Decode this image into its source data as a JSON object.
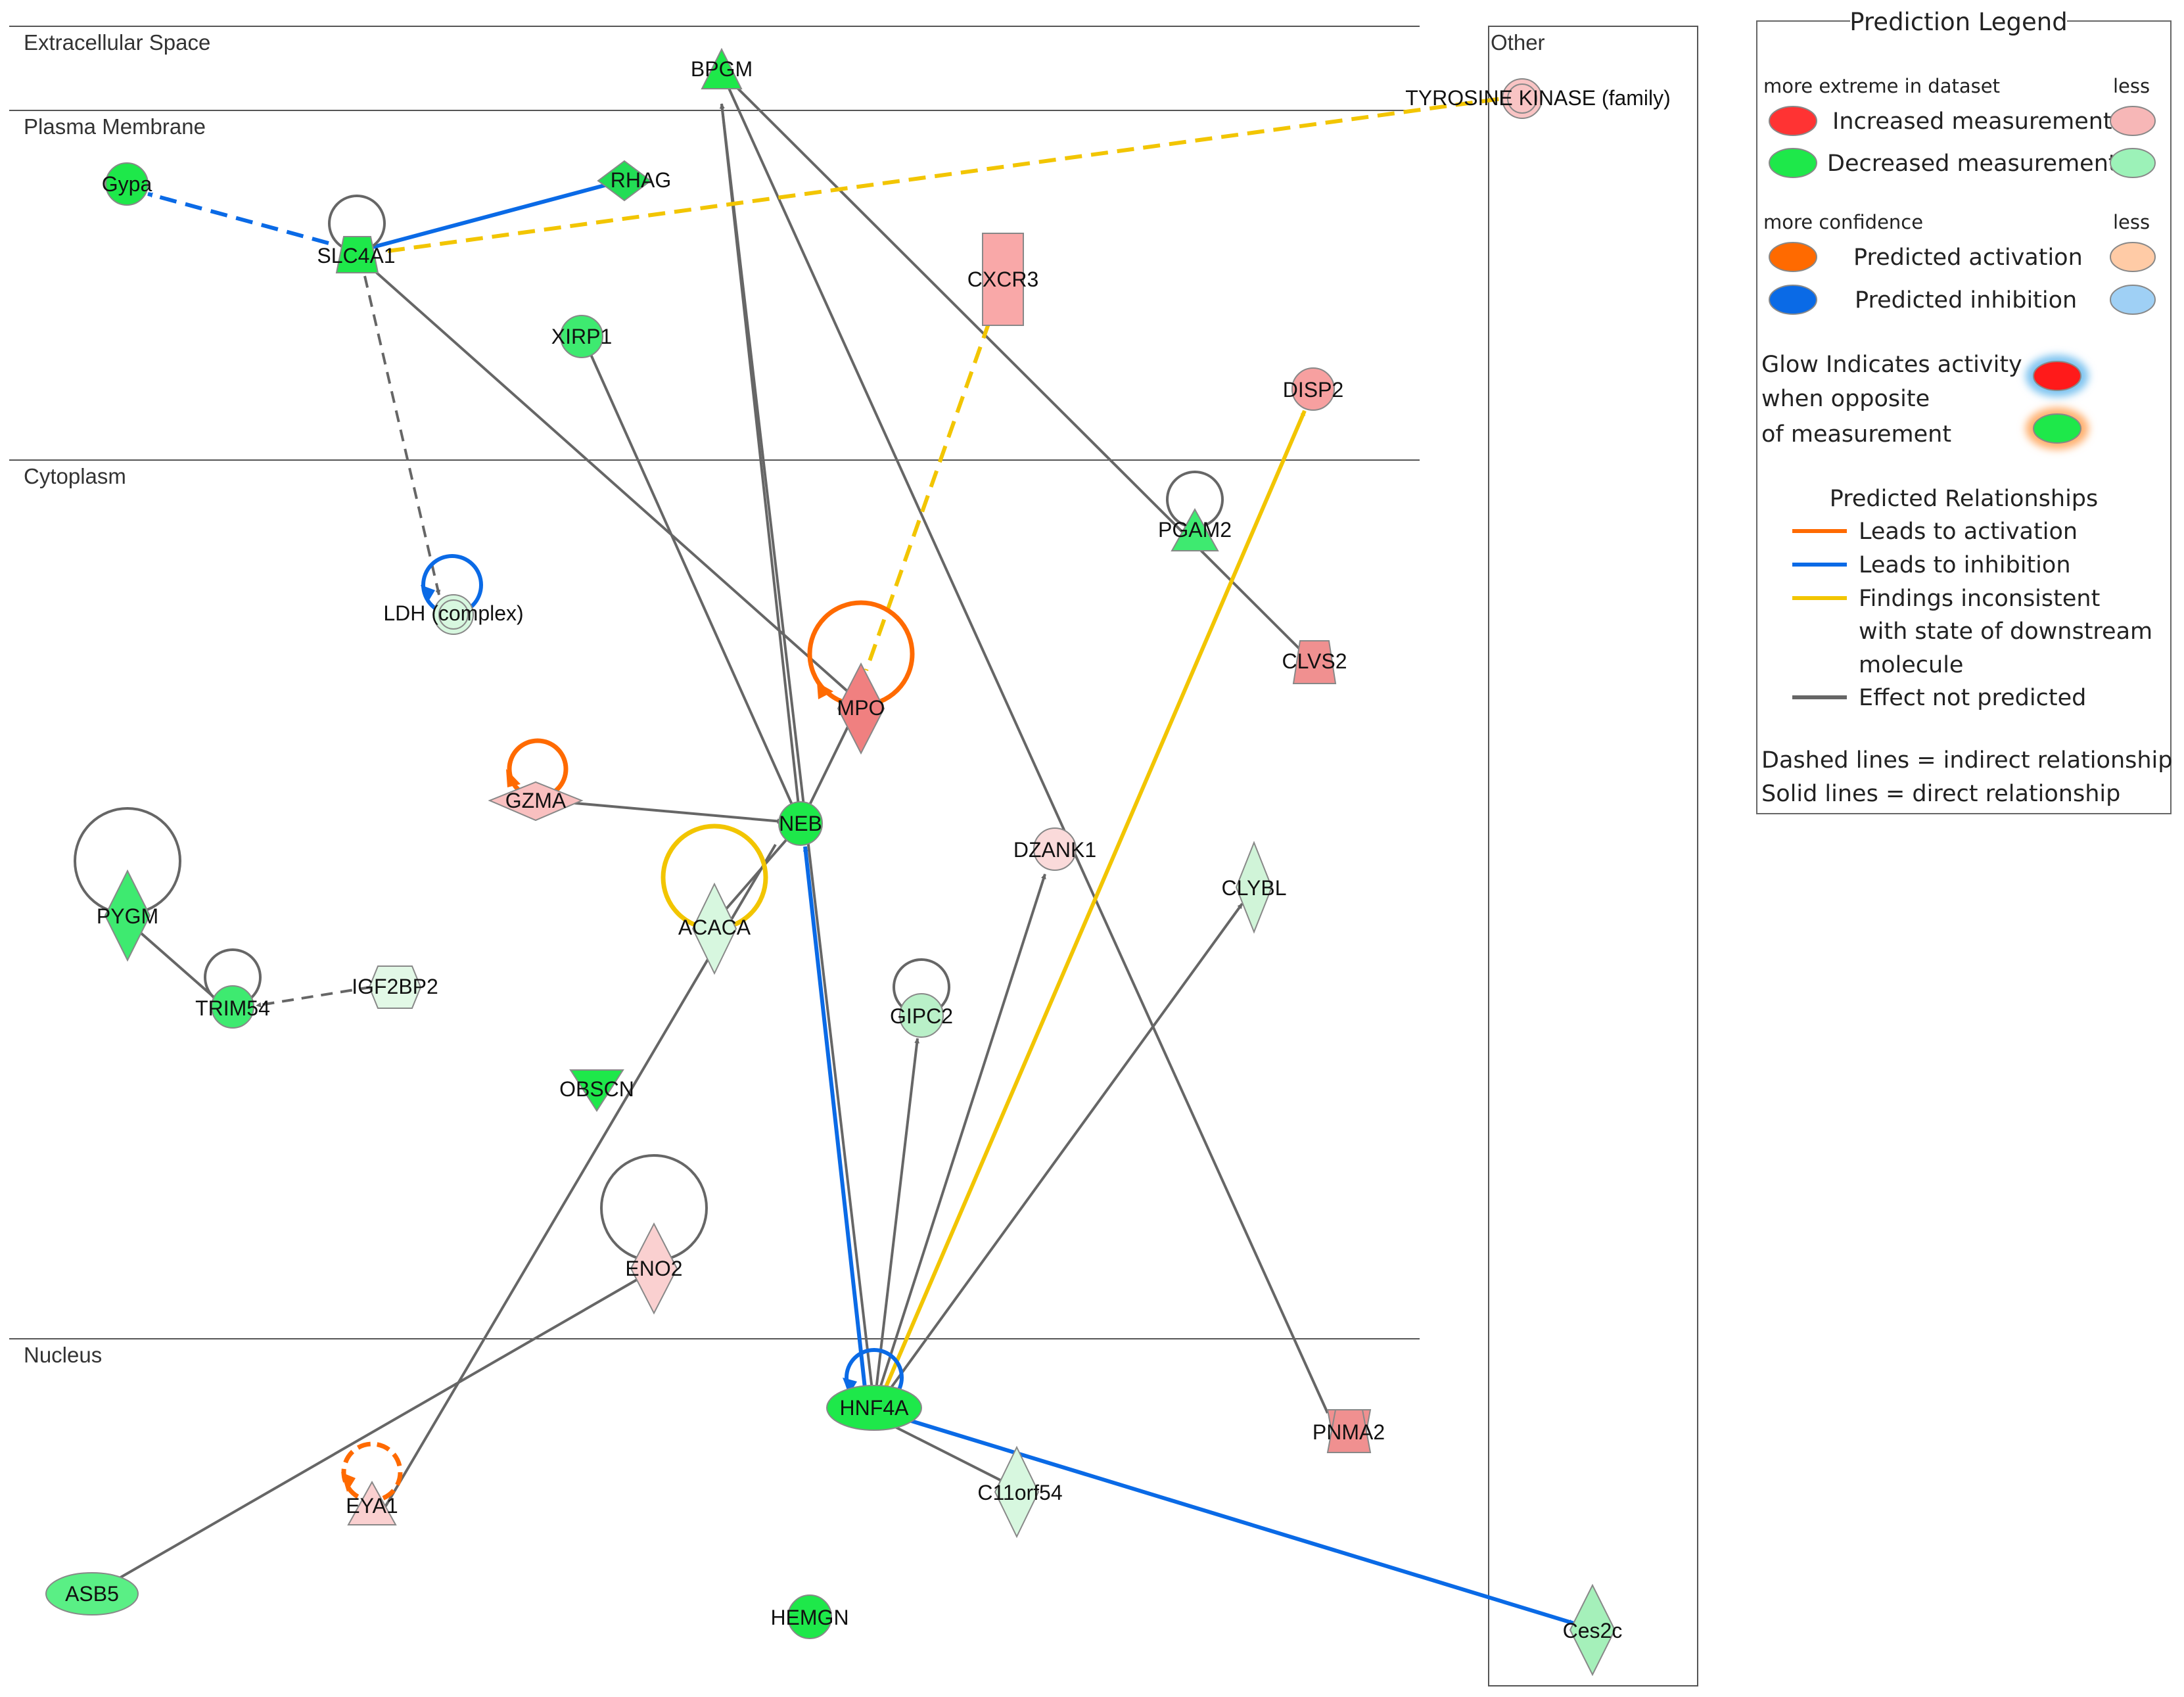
{
  "regions": {
    "extracellular": "Extracellular Space",
    "plasma_membrane": "Plasma Membrane",
    "cytoplasm": "Cytoplasm",
    "nucleus": "Nucleus",
    "other": "Other"
  },
  "nodes": {
    "bpgm": "BPGM",
    "tyrosine_kinase": "TYROSINE KINASE (family)",
    "gypa": "Gypa",
    "rhag": "RHAG",
    "slc4a1": "SLC4A1",
    "cxcr3": "CXCR3",
    "xirp1": "XIRP1",
    "disp2": "DISP2",
    "pgam2": "PGAM2",
    "ldh": "LDH (complex)",
    "mpo": "MPO",
    "clvs2": "CLVS2",
    "gzma": "GZMA",
    "neb": "NEB",
    "dzank1": "DZANK1",
    "clybl": "CLYBL",
    "pygm": "PYGM",
    "acaca": "ACACA",
    "igf2bp2": "IGF2BP2",
    "trim54": "TRIM54",
    "gipc2": "GIPC2",
    "obscn": "OBSCN",
    "eno2": "ENO2",
    "hnf4a": "HNF4A",
    "pnma2": "PNMA2",
    "c11orf54": "C11orf54",
    "eya1": "EYA1",
    "asb5": "ASB5",
    "hemgn": "HEMGN",
    "ces2c": "Ces2c"
  },
  "legend": {
    "title": "Prediction Legend",
    "more_extreme": "more extreme in dataset",
    "less_1": "less",
    "increased": "Increased measurement",
    "decreased": "Decreased measurement",
    "more_confidence": "more confidence",
    "less_2": "less",
    "pred_activation": "Predicted activation",
    "pred_inhibition": "Predicted inhibition",
    "glow_1": "Glow Indicates activity",
    "glow_2": "when opposite",
    "glow_3": "of measurement",
    "relationships_title": "Predicted Relationships",
    "leads_activation": "Leads to activation",
    "leads_inhibition": "Leads to inhibition",
    "findings_1": "Findings inconsistent",
    "findings_2": "with state of downstream",
    "findings_3": "molecule",
    "effect_not_predicted": "Effect not predicted",
    "dashed": "Dashed lines = indirect relationship",
    "solid": "Solid lines = direct relationship"
  },
  "colors": {
    "increased_strong": "#ff3333",
    "increased_light": "#f7b7b7",
    "decreased_strong": "#1ee84a",
    "decreased_light": "#9cf2b8",
    "activation_strong": "#ff6a00",
    "activation_light": "#ffcba6",
    "inhibition_strong": "#0a6ae6",
    "inhibition_light": "#9fd0f5",
    "inconsistent": "#f2c500",
    "not_predicted": "#666666"
  }
}
